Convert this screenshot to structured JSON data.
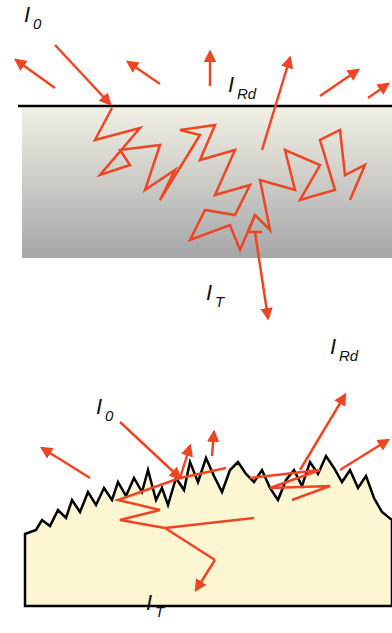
{
  "diagram": {
    "labels": [
      "I",
      "0",
      "I",
      "Rd",
      "I",
      "T",
      "I",
      "0",
      "I",
      "Rd",
      "I",
      "T"
    ]
  }
}
